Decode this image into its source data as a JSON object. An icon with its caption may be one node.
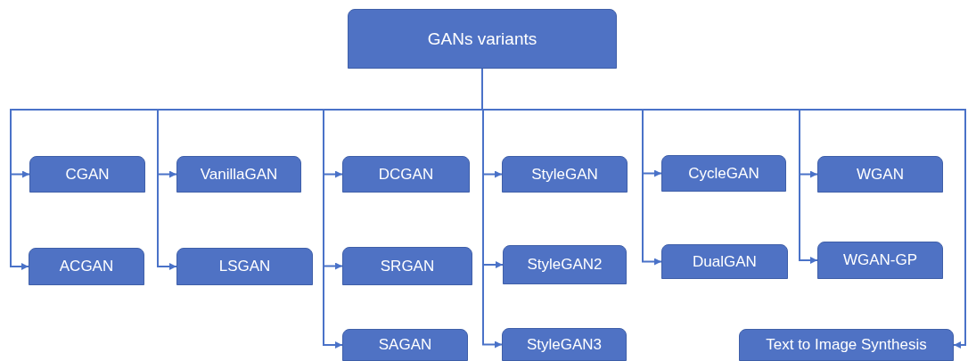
{
  "diagram": {
    "nodes": [
      {
        "text": [
          "GANs variants"
        ]
      },
      {
        "text": [
          "CGAN"
        ]
      },
      {
        "text": [
          "VanillaGAN"
        ]
      },
      {
        "text": [
          "DCGAN"
        ]
      },
      {
        "text": [
          "StyleGAN"
        ]
      },
      {
        "text": [
          "CycleGAN"
        ]
      },
      {
        "text": [
          "WGAN"
        ]
      },
      {
        "text": [
          "ACGAN"
        ]
      },
      {
        "text": [
          "LSGAN"
        ]
      },
      {
        "text": [
          "SRGAN"
        ]
      },
      {
        "text": [
          "StyleGAN2"
        ]
      },
      {
        "text": [
          "DualGAN"
        ]
      },
      {
        "text": [
          "WGAN-GP"
        ]
      },
      {
        "text": [
          "SAGAN"
        ]
      },
      {
        "text": [
          "StyleGAN3"
        ]
      },
      {
        "text": [
          "Text to Image Synthesis"
        ]
      }
    ],
    "edges": [
      {
        "from": 0,
        "to": 1,
        "arrow": "to"
      },
      {
        "from": 0,
        "to": 2,
        "arrow": "to"
      },
      {
        "from": 0,
        "to": 3,
        "arrow": "to"
      },
      {
        "from": 0,
        "to": 4,
        "arrow": "to"
      },
      {
        "from": 0,
        "to": 5,
        "arrow": "to"
      },
      {
        "from": 0,
        "to": 6,
        "arrow": "to"
      },
      {
        "from": 0,
        "to": 7,
        "arrow": "to"
      },
      {
        "from": 0,
        "to": 8,
        "arrow": "to"
      },
      {
        "from": 0,
        "to": 9,
        "arrow": "to"
      },
      {
        "from": 0,
        "to": 10,
        "arrow": "to"
      },
      {
        "from": 0,
        "to": 11,
        "arrow": "to"
      },
      {
        "from": 0,
        "to": 12,
        "arrow": "to"
      },
      {
        "from": 0,
        "to": 13,
        "arrow": "to"
      },
      {
        "from": 0,
        "to": 14,
        "arrow": "to"
      },
      {
        "from": 0,
        "to": 15,
        "arrow": "to"
      }
    ]
  }
}
